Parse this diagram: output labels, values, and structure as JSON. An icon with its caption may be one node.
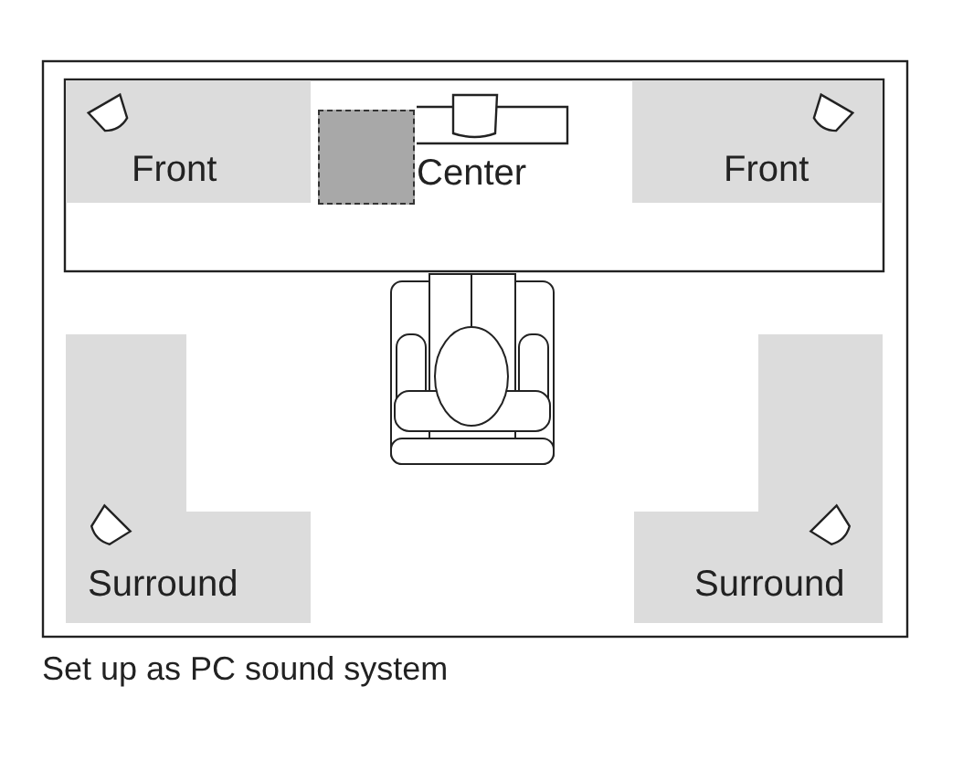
{
  "diagram": {
    "caption": "Set up as PC sound system",
    "nodes": [
      {
        "text": [
          "Front"
        ]
      },
      {
        "text": [],
        "shape": "box"
      },
      {
        "text": [
          "Center"
        ]
      },
      {
        "text": [
          "Front"
        ]
      },
      {
        "text": [
          "Surround"
        ]
      },
      {
        "text": [
          "Surround"
        ]
      }
    ],
    "edges": []
  }
}
